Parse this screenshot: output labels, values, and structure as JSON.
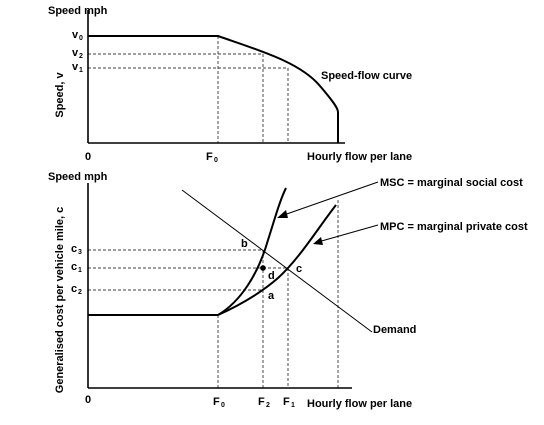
{
  "top_panel": {
    "y_axis_unit": "Speed mph",
    "y_axis_label": "Speed, v",
    "speed_ticks": [
      "v0",
      "v2",
      "v1"
    ],
    "origin": "0",
    "flow_tick": "F0",
    "x_axis_label": "Hourly flow per lane",
    "curve_label": "Speed-flow curve"
  },
  "bottom_panel": {
    "y_axis_unit": "Speed mph",
    "y_axis_label": "Generalised cost per vehicle mile, c",
    "cost_ticks": [
      "c3",
      "c1",
      "c2"
    ],
    "origin": "0",
    "flow_ticks": [
      "F0",
      "F2",
      "F1"
    ],
    "x_axis_label": "Hourly flow per lane",
    "points": [
      "b",
      "d",
      "c",
      "a"
    ],
    "msc_label": "MSC = marginal social cost",
    "mpc_label": "MPC = marginal private cost",
    "demand_label": "Demand"
  }
}
